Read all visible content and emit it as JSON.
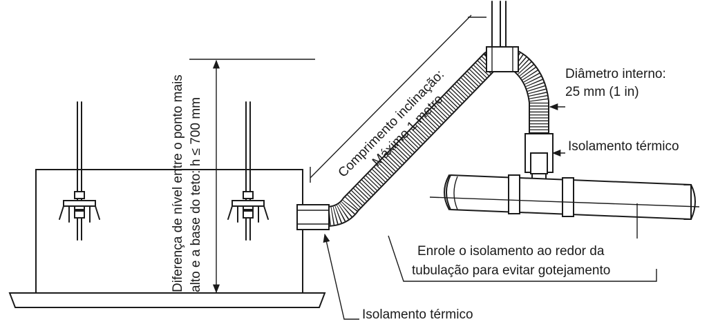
{
  "labels": {
    "level_diff_line1": "Diferença de nível entre o ponto mais",
    "level_diff_line2": "alto e a base do teto: h ≤ 700 mm",
    "slope_line1": "Comprimento inclinação:",
    "slope_line2": "Máximo 1 metro",
    "inner_diameter_line1": "Diâmetro interno:",
    "inner_diameter_line2": "25 mm (1 in)",
    "insulation_top": "Isolamento térmico",
    "wrap_line1": "Enrole o isolamento ao redor da",
    "wrap_line2": "tubulação para evitar gotejamento",
    "insulation_bottom": "Isolamento térmico"
  }
}
